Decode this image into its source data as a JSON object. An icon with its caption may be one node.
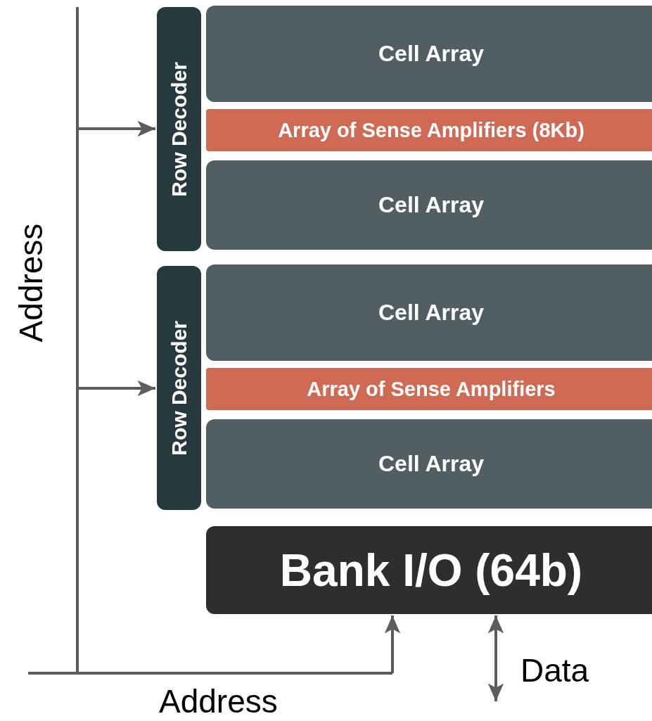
{
  "diagram": {
    "nodes": [
      {
        "text": [
          "Row Decoder"
        ]
      },
      {
        "text": [
          "Cell Array"
        ]
      },
      {
        "text": [
          "Array of Sense Amplifiers (8Kb)"
        ]
      },
      {
        "text": [
          "Cell Array"
        ]
      },
      {
        "text": [
          "Row Decoder"
        ]
      },
      {
        "text": [
          "Cell Array"
        ]
      },
      {
        "text": [
          "Array of Sense Amplifiers"
        ]
      },
      {
        "text": [
          "Cell Array"
        ]
      },
      {
        "text": [
          "Bank I/O (64b)"
        ]
      }
    ],
    "edges": [
      {
        "from": null,
        "to": 0,
        "arrow": "to"
      },
      {
        "from": null,
        "to": 4,
        "arrow": "to"
      },
      {
        "from": null,
        "to": 8,
        "arrow": "to"
      },
      {
        "from": 8,
        "to": null,
        "arrow": "both"
      }
    ],
    "labels": [
      "Address",
      "Address",
      "Data"
    ]
  }
}
